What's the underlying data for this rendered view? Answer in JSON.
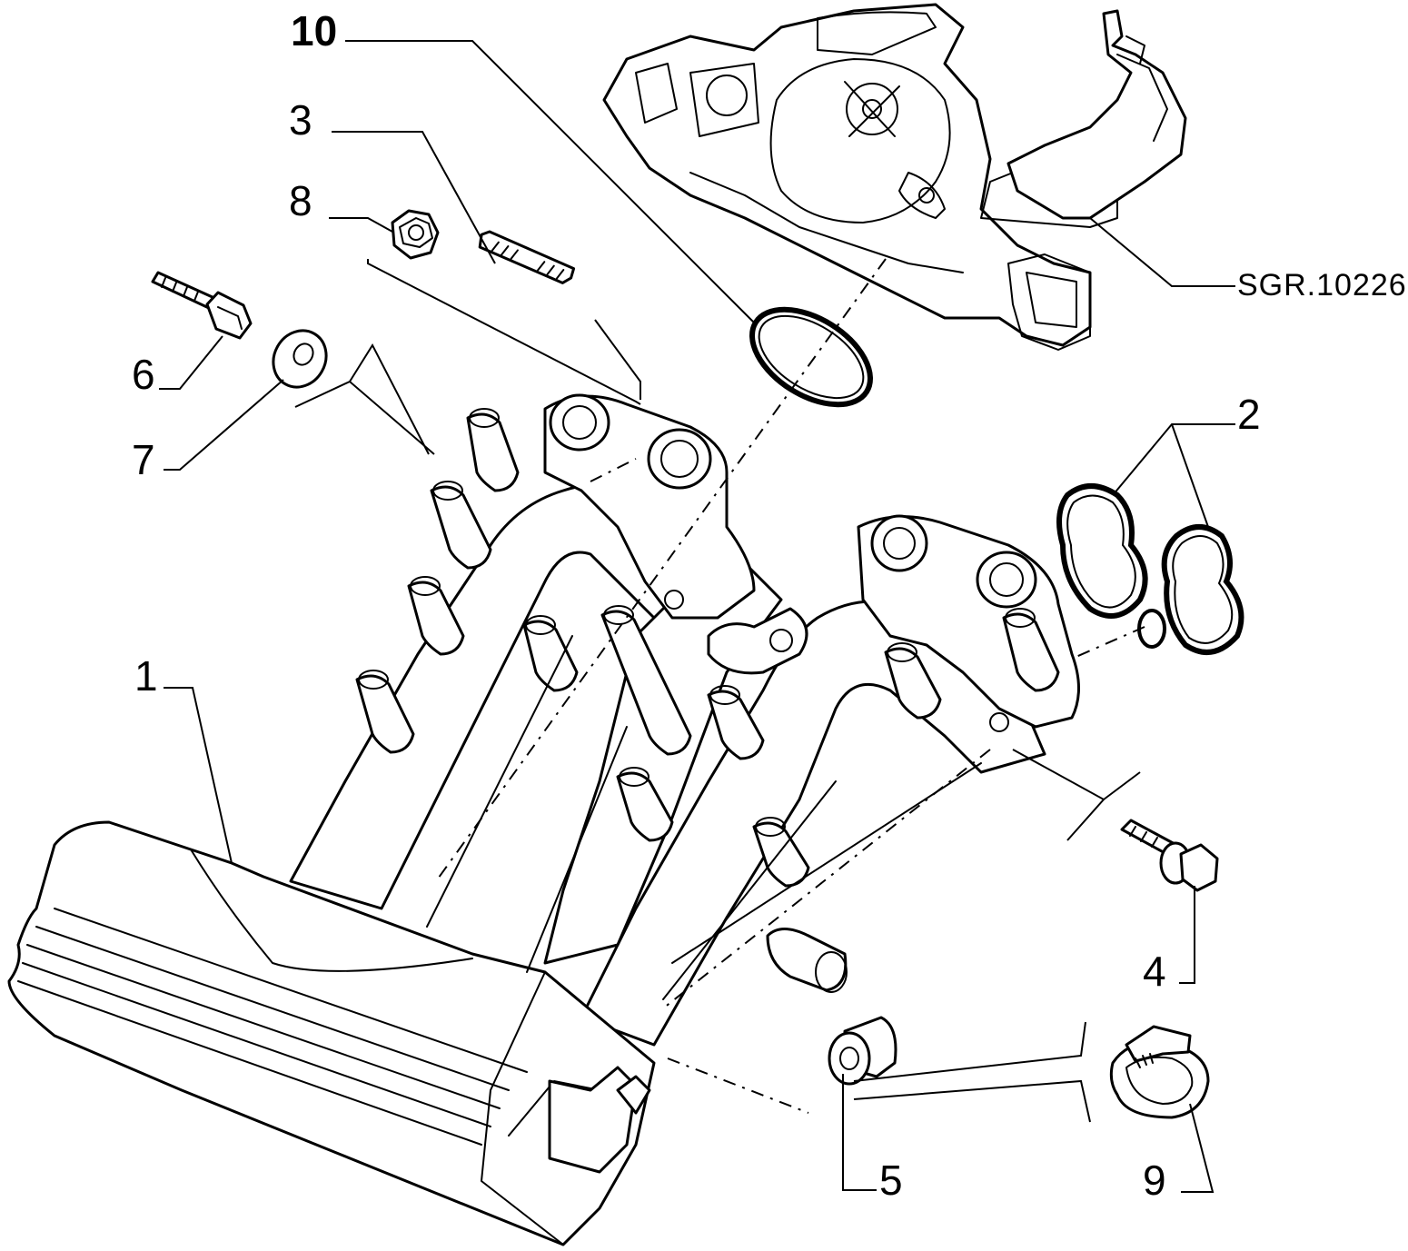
{
  "diagram": {
    "reference_code": "SGR.10226",
    "callouts": {
      "c1": "1",
      "c2": "2",
      "c3": "3",
      "c4": "4",
      "c5": "5",
      "c6": "6",
      "c7": "7",
      "c8": "8",
      "c9": "9",
      "c10": "10"
    }
  }
}
